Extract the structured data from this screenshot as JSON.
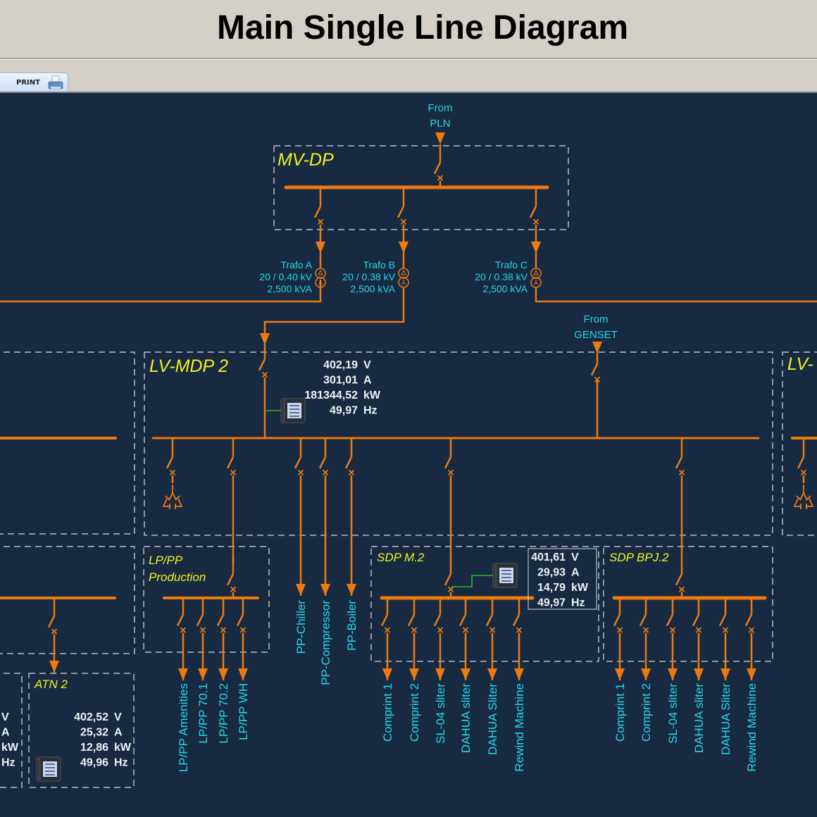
{
  "header": {
    "title": "Main Single Line Diagram"
  },
  "toolbar": {
    "print_label": "PRINT",
    "print_icon": "printer-icon"
  },
  "colors": {
    "background": "#172a42",
    "line": "#ee7a0e",
    "label": "#22d8e6",
    "panel_title": "#f4f21e",
    "panel_border": "#b8bcc4",
    "meter_text": "#f2f2f2",
    "meter_link": "#22c022"
  },
  "sources": {
    "pln": [
      "From",
      "PLN"
    ],
    "genset": [
      "From",
      "GENSET"
    ]
  },
  "panels": {
    "mvdp": "MV-DP",
    "lvmdp2": "LV-MDP 2",
    "lvmdp_right": "LV-",
    "lp_production": [
      "LP/PP",
      "Production"
    ],
    "sdp_m2": "SDP M.2",
    "sdp_bpj2": "SDP BPJ.2",
    "atn2": "ATN 2"
  },
  "transformers": [
    {
      "name": "Trafo A",
      "ratio": "20 / 0.40 kV",
      "rating": "2,500 kVA"
    },
    {
      "name": "Trafo B",
      "ratio": "20 / 0.38 kV",
      "rating": "2,500 kVA"
    },
    {
      "name": "Trafo C",
      "ratio": "20 / 0.38 kV",
      "rating": "2,500 kVA"
    }
  ],
  "meters": {
    "lvmdp2": [
      {
        "value": "402,19",
        "unit": "V"
      },
      {
        "value": "301,01",
        "unit": "A"
      },
      {
        "value": "181344,52",
        "unit": "kW"
      },
      {
        "value": "49,97",
        "unit": "Hz"
      }
    ],
    "sdp_m2": [
      {
        "value": "401,61",
        "unit": "V"
      },
      {
        "value": "29,93",
        "unit": "A"
      },
      {
        "value": "14,79",
        "unit": "kW"
      },
      {
        "value": "49,97",
        "unit": "Hz"
      }
    ],
    "atn2": [
      {
        "value": "402,52",
        "unit": "V"
      },
      {
        "value": "25,32",
        "unit": "A"
      },
      {
        "value": "12,86",
        "unit": "kW"
      },
      {
        "value": "49,96",
        "unit": "Hz"
      }
    ],
    "left_partial_units": [
      "V",
      "A",
      "kW",
      "Hz"
    ]
  },
  "feeders": {
    "lvmdp2_direct": [
      "PP-Chiller",
      "PP-Compressor",
      "PP-Boiler"
    ],
    "lp_production": [
      "LP/PP Amenities",
      "LP/PP 70.1",
      "LP/PP 70.2",
      "LP/PP WH"
    ],
    "sdp_m2": [
      "Comprint 1",
      "Comprint 2",
      "SL-04 sliter",
      "DAHUA sliter",
      "DAHUA Sliter",
      "Rewind Machine"
    ],
    "sdp_bpj2": [
      "Comprint 1",
      "Comprint 2",
      "SL-04 sliter",
      "DAHUA sliter",
      "DAHUA Sliter",
      "Rewind Machine"
    ]
  }
}
